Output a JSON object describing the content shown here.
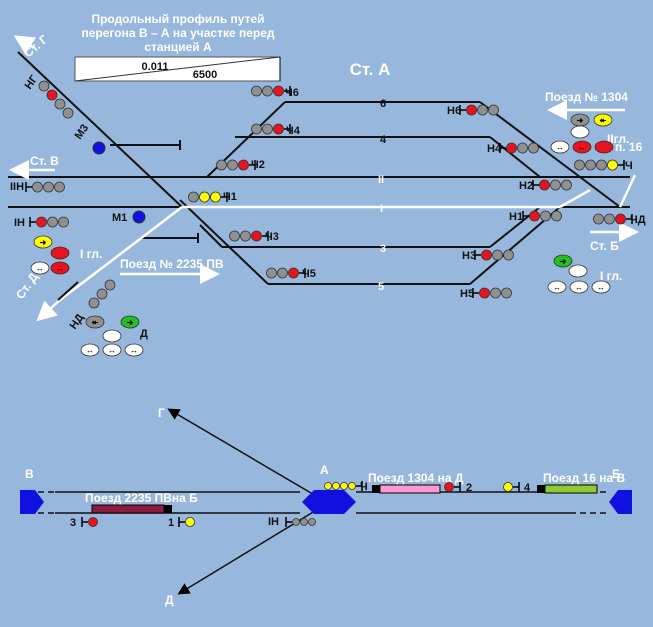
{
  "profile": {
    "title_lines": [
      "Продольный профиль путей",
      "перегона В – А на участке перед",
      "станцией А"
    ],
    "grade": "0.011",
    "length": "6500"
  },
  "station_a": "Ст. А",
  "directions": {
    "g": "Ст. Г",
    "v": "Ст. В",
    "b": "Ст. Б",
    "d": "Ст. Д"
  },
  "tracks": {
    "t6": "6",
    "t4": "4",
    "tII": "II",
    "tI": "I",
    "t3": "3",
    "t5": "5"
  },
  "signals": {
    "ch6": "Ч6",
    "ch4": "Ч4",
    "ch2": "Ч2",
    "ch1": "Ч1",
    "ch3": "Ч3",
    "ch5": "Ч5",
    "n6": "Н6",
    "n4": "Н4",
    "n2": "Н2",
    "n1": "Н1",
    "n3": "Н3",
    "n5": "Н5",
    "ng": "НГ",
    "m3": "М3",
    "m1": "М1",
    "IIn": "IIН",
    "In": "IН",
    "nd": "НД",
    "ch": "Ч",
    "chd": "ЧД",
    "d": "Д"
  },
  "trains": {
    "t1304": "Поезд № 1304",
    "t2235": "Поезд № 2235 ПВ"
  },
  "main_lines": {
    "east_II": "IIгл.",
    "east_II_note": "п. 16",
    "east_I": "I гл.",
    "west_I": "I гл."
  },
  "scheme": {
    "g": "Г",
    "d": "Д",
    "v": "В",
    "a": "А",
    "b": "Б",
    "train_2235": "Поезд 2235 ПВна Б",
    "train_1304": "Поезд 1304 на Д",
    "train_16": "Поезд 16 на В",
    "sig_3": "3",
    "sig_1": "1",
    "sig_2": "2",
    "sig_4": "4",
    "sig_ch": "Ч",
    "sig_In": "IН"
  },
  "colors": {
    "background": "#97b8dc",
    "track": "#111111",
    "white_route": "#ffffff",
    "red": "#e8131c",
    "gray": "#909090",
    "yellow": "#ffff00",
    "green": "#22c022",
    "blue": "#1010e0",
    "pink_train": "#ff9ad0",
    "dark_red_train": "#8b1c40",
    "green_train": "#90cc30"
  }
}
